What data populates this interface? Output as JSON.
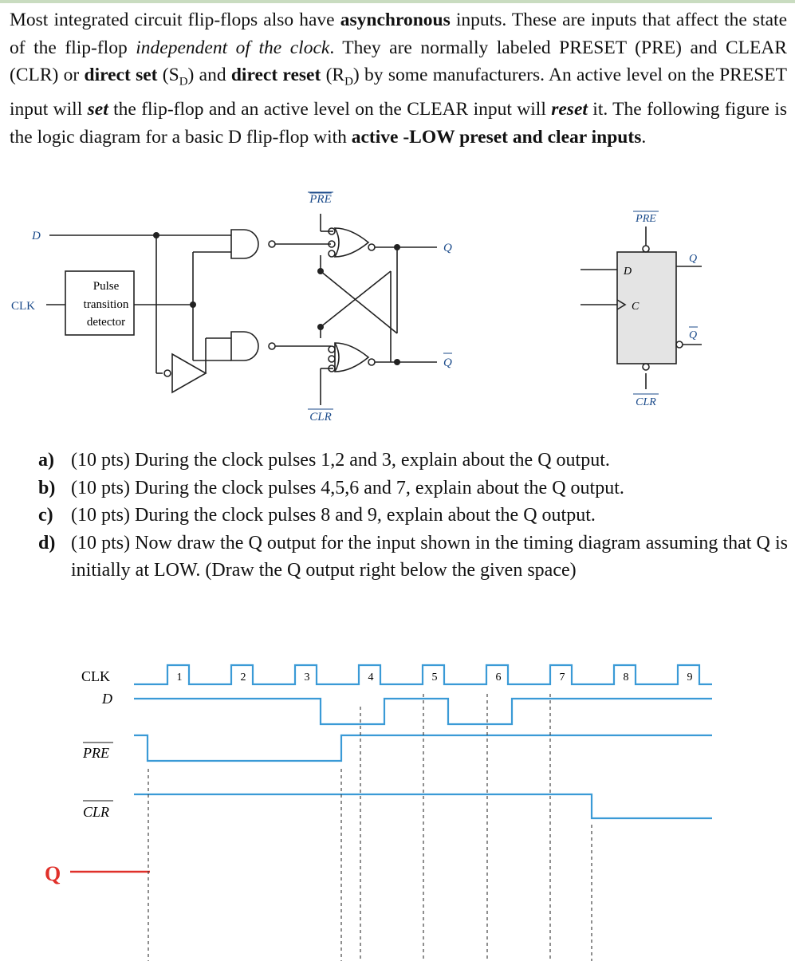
{
  "intro": {
    "t1": "Most integrated circuit flip-flops also have ",
    "b1": "asynchronous",
    "t2": " inputs. These are inputs that affect the state of the flip-flop ",
    "i1": "independent of the clock",
    "t3": ". They are normally labeled PRESET (PRE) and CLEAR (CLR) or ",
    "b2": "direct set",
    "t4": " (S",
    "sub1": "D",
    "t5": ") and ",
    "b3": "direct reset",
    "t6": " (R",
    "sub2": "D",
    "t7": ") by some manufacturers. An active level on the PRESET input will ",
    "bi1": "set",
    "t8": " the flip-flop and an active level on the CLEAR input will ",
    "bi2": "reset",
    "t9": " it.  The following figure is the logic diagram for a basic D flip-flop with ",
    "b4": "active -LOW preset and clear inputs",
    "t10": "."
  },
  "logic_diagram": {
    "pre_label": "PRE",
    "clr_label": "CLR",
    "d_label": "D",
    "clk_label": "CLK",
    "detector_lines": [
      "Pulse",
      "transition",
      "detector"
    ],
    "q_label": "Q",
    "qbar_label": "Q"
  },
  "ff_symbol": {
    "pre_label": "PRE",
    "clr_label": "CLR",
    "d_label": "D",
    "c_label": "C",
    "q_label": "Q",
    "qbar_label": "Q"
  },
  "questions": [
    {
      "label": "a)",
      "text": "(10 pts) During the clock pulses 1,2 and 3, explain about the Q output."
    },
    {
      "label": "b)",
      "text": "(10 pts) During the clock pulses 4,5,6 and 7, explain about the Q output."
    },
    {
      "label": "c)",
      "text": "(10 pts) During the clock pulses 8 and 9, explain about the Q output."
    },
    {
      "label": "d)",
      "text": "(10 pts) Now draw the Q output for the input shown in the timing diagram assuming that Q is initially at LOW. (Draw the Q output right below the given space)"
    }
  ],
  "timing": {
    "clk_label": "CLK",
    "d_label": "D",
    "pre_label": "PRE",
    "clr_label": "CLR",
    "q_label": "Q",
    "pulse_numbers": [
      "1",
      "2",
      "3",
      "4",
      "5",
      "6",
      "7",
      "8",
      "9"
    ],
    "signal_color": "#3a9ad6",
    "q_color": "#e0302a"
  }
}
